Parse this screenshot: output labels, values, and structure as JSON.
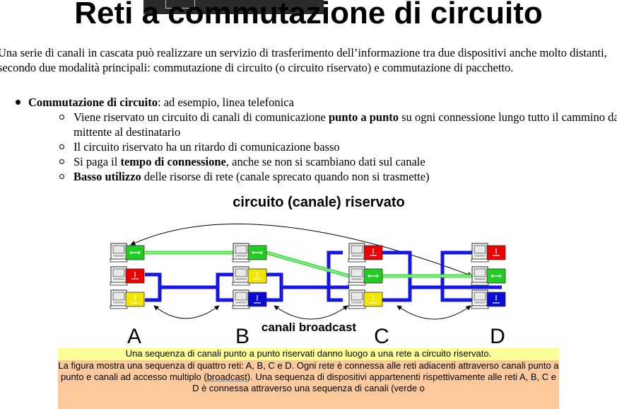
{
  "title": "Reti a commutazione di circuito",
  "intro": "Una serie di canali in cascata può realizzare un servizio di trasferimento dell’informazione tra due dispositivi anche molto distanti, secondo due modalità principali: commutazione di circuito (o circuito riservato) e commutazione di pacchetto.",
  "bullet": {
    "bold": "Commutazione di circuito",
    "rest": ": ad esempio, linea telefonica",
    "subitems": [
      {
        "pre": "Viene riservato un circuito di canali di comunicazione ",
        "bold": "punto a punto",
        "post": " su ogni connessione lungo tutto il cammino dal mittente al destinatario"
      },
      {
        "pre": "Il circuito riservato ha un ritardo di comunicazione basso",
        "bold": "",
        "post": ""
      },
      {
        "pre": "Si paga il ",
        "bold": "tempo di connessione",
        "post": ", anche se non si scambiano dati sul canale"
      },
      {
        "pre": "",
        "bold": "Basso utilizzo",
        "post": " delle risorse di rete (canale sprecato quando non si trasmette)"
      }
    ]
  },
  "diagram": {
    "title": "circuito (canale) riservato",
    "broadcast_label": "canali broadcast",
    "networks": [
      "A",
      "B",
      "C",
      "D"
    ],
    "colors": {
      "green": "#22cc22",
      "red": "#ee0000",
      "yellow": "#f2e600",
      "blue": "#0a0ad6",
      "circuit": "#44dd44",
      "line": "#1515e6"
    }
  },
  "captions": {
    "line1": "Una sequenza di canali punto a punto riservati danno luogo a una rete a circuito riservato.",
    "line2_pre": "La figura mostra una sequenza di quattro reti: A, B, C e D. Ogni rete è connessa alle reti adiacenti attraverso canali punto a punto e canali ad accesso multiplo (",
    "line2_word": "broadcast",
    "line2_post": "). Una sequenza di dispositivi appartenenti rispettivamente alle reti A, B, C e D è connessa attraverso una sequenza di canali (verde o"
  }
}
